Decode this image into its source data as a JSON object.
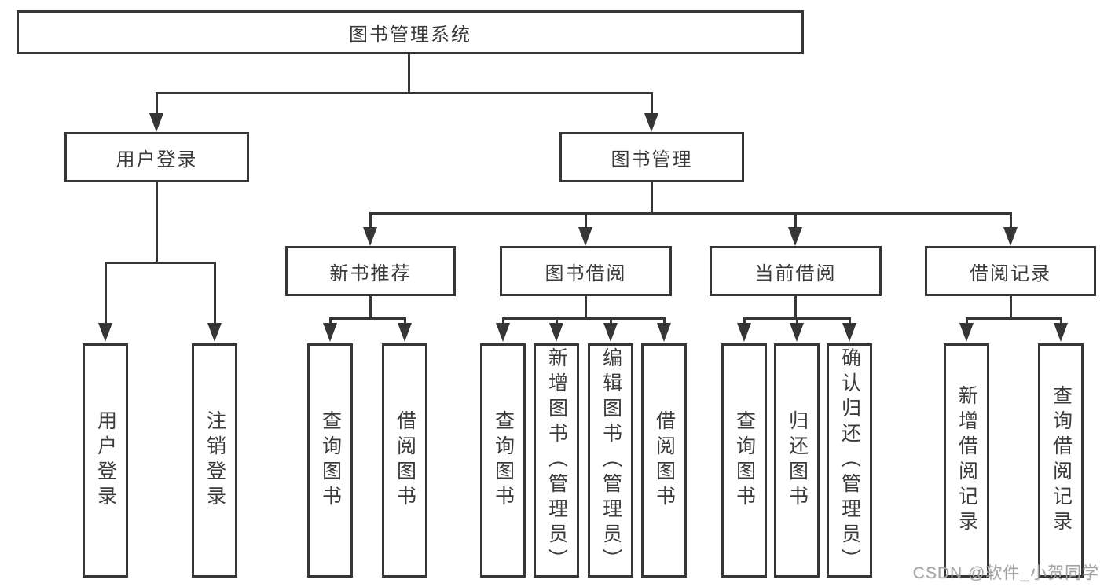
{
  "diagram": {
    "title": "图书管理系统",
    "root": {
      "label": "图书管理系统"
    },
    "level2": {
      "user_login": {
        "label": "用户登录"
      },
      "book_mgmt": {
        "label": "图书管理"
      }
    },
    "level3": {
      "new_book_rec": {
        "label": "新书推荐"
      },
      "book_borrow": {
        "label": "图书借阅"
      },
      "current_borrow": {
        "label": "当前借阅"
      },
      "borrow_records": {
        "label": "借阅记录"
      }
    },
    "leaves": {
      "user_login": "用户登录",
      "logout": "注销登录",
      "rec_query_books": "查询图书",
      "rec_borrow_books": "借阅图书",
      "bb_query_books": "查询图书",
      "bb_add_books": "新增图书（管理员）",
      "bb_edit_books": "编辑图书（管理员）",
      "bb_borrow_books": "借阅图书",
      "cb_query_books": "查询图书",
      "cb_return_books": "归还图书",
      "cb_confirm_return": "确认归还（管理员）",
      "br_add_record": "新增借阅记录",
      "br_query_record": "查询借阅记录"
    }
  },
  "watermark": {
    "text": "CSDN @软件_小贺同学"
  },
  "colors": {
    "line": "#363636",
    "text": "#3b3b3b",
    "watermark": "#a2a2a2",
    "background": "#ffffff"
  }
}
